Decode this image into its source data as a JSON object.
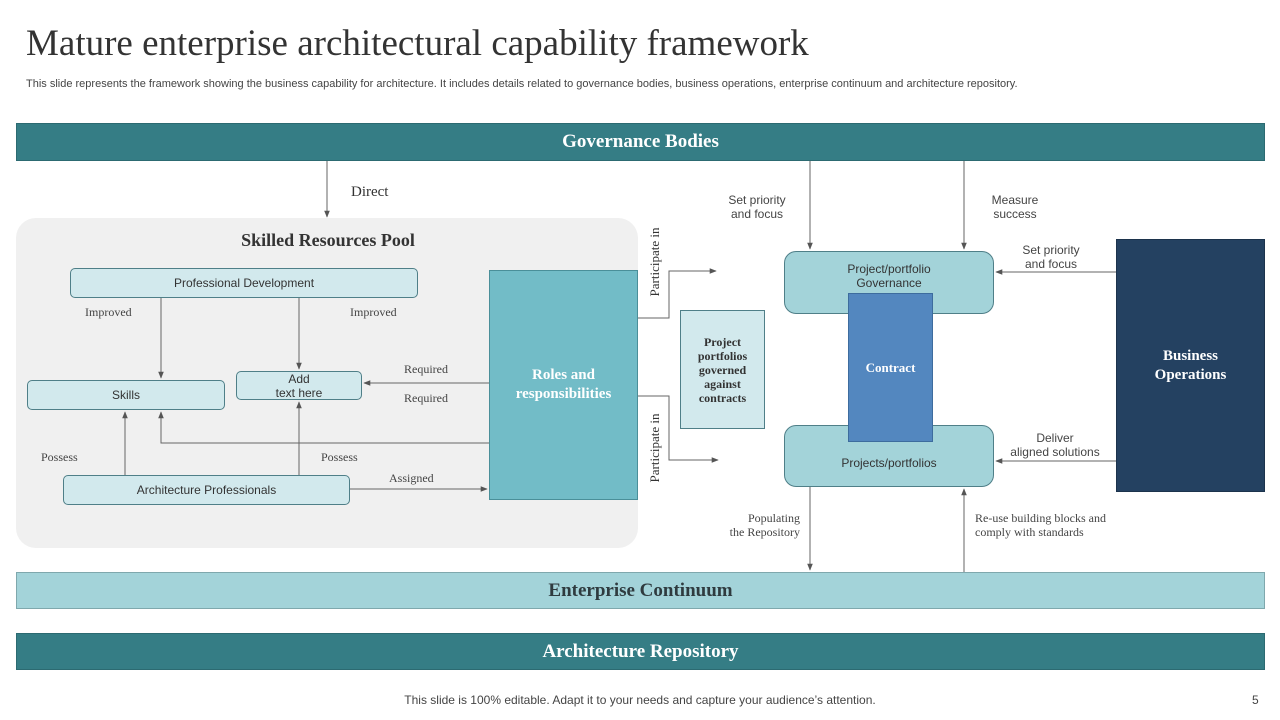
{
  "header": {
    "title": "Mature enterprise architectural capability framework",
    "subtitle": "This slide represents the framework showing the business capability for architecture. It includes details related to governance bodies, business operations, enterprise continuum and architecture repository."
  },
  "bands": {
    "governance": "Governance Bodies",
    "continuum": "Enterprise Continuum",
    "repository": "Architecture Repository"
  },
  "pool": {
    "title": "Skilled Resources Pool",
    "professional_development": "Professional Development",
    "skills": "Skills",
    "add_text": "Add\ntext here",
    "architecture_professionals": "Architecture Professionals",
    "roles": "Roles and responsibilities"
  },
  "labels": {
    "direct": "Direct",
    "improved_left": "Improved",
    "improved_right": "Improved",
    "required_top": "Required",
    "required_bottom": "Required",
    "possess_left": "Possess",
    "possess_right": "Possess",
    "assigned": "Assigned",
    "participate_top": "Participate in",
    "participate_bottom": "Participate in",
    "set_priority_top": "Set priority\nand focus",
    "measure_success": "Measure\nsuccess",
    "set_priority_right": "Set priority\nand focus",
    "deliver": "Deliver\naligned solutions",
    "populating": "Populating\nthe Repository",
    "reuse": "Re-use building blocks and\ncomply with standards"
  },
  "nodes": {
    "project_portfolios_governed": "Project portfolios governed against contracts",
    "portfolio_governance": "Project/portfolio\nGovernance",
    "contract": "Contract",
    "projects_portfolios": "Projects/portfolios",
    "business_operations": "Business Operations"
  },
  "footer": {
    "note": "This slide is 100% editable. Adapt it to your needs and capture your audience’s attention.",
    "page_number": "5"
  },
  "colors": {
    "dark_teal": "#357d85",
    "light_teal": "#a3d3d9",
    "roles_teal": "#72bcc7",
    "contract_blue": "#5387bf",
    "navy": "#244161",
    "node_fill": "#d2e9ed"
  }
}
